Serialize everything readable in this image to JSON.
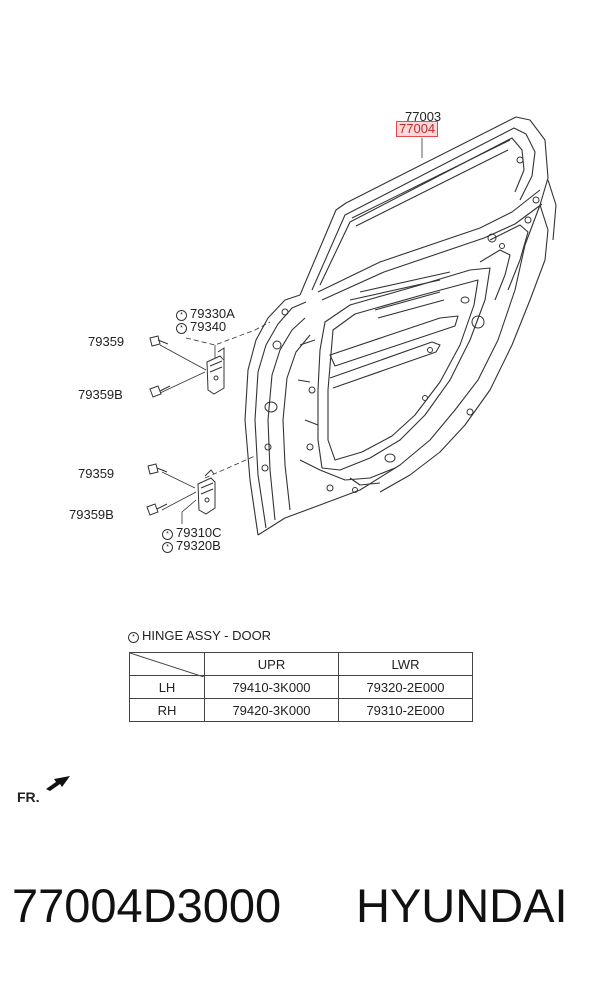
{
  "labels": {
    "door_upper": "77003",
    "door_lower": "77004",
    "hinge_upper_a": "79330A",
    "hinge_upper_b": "79340",
    "bolt_upper_1": "79359",
    "bolt_upper_2": "79359B",
    "bolt_lower_1": "79359",
    "bolt_lower_2": "79359B",
    "hinge_lower_a": "79310C",
    "hinge_lower_b": "79320B"
  },
  "note_symbol": "*",
  "hinge_table": {
    "title": "HINGE ASSY - DOOR",
    "columns": [
      "UPR",
      "LWR"
    ],
    "rows": [
      {
        "side": "LH",
        "upr": "79410-3K000",
        "lwr": "79320-2E000"
      },
      {
        "side": "RH",
        "upr": "79420-3K000",
        "lwr": "79310-2E000"
      }
    ]
  },
  "front_indicator": "FR.",
  "footer": {
    "part_number": "77004D3000",
    "brand": "HYUNDAI"
  },
  "colors": {
    "highlight_border": "#e8474d",
    "highlight_fill": "#fbd9da",
    "line": "#333333"
  }
}
